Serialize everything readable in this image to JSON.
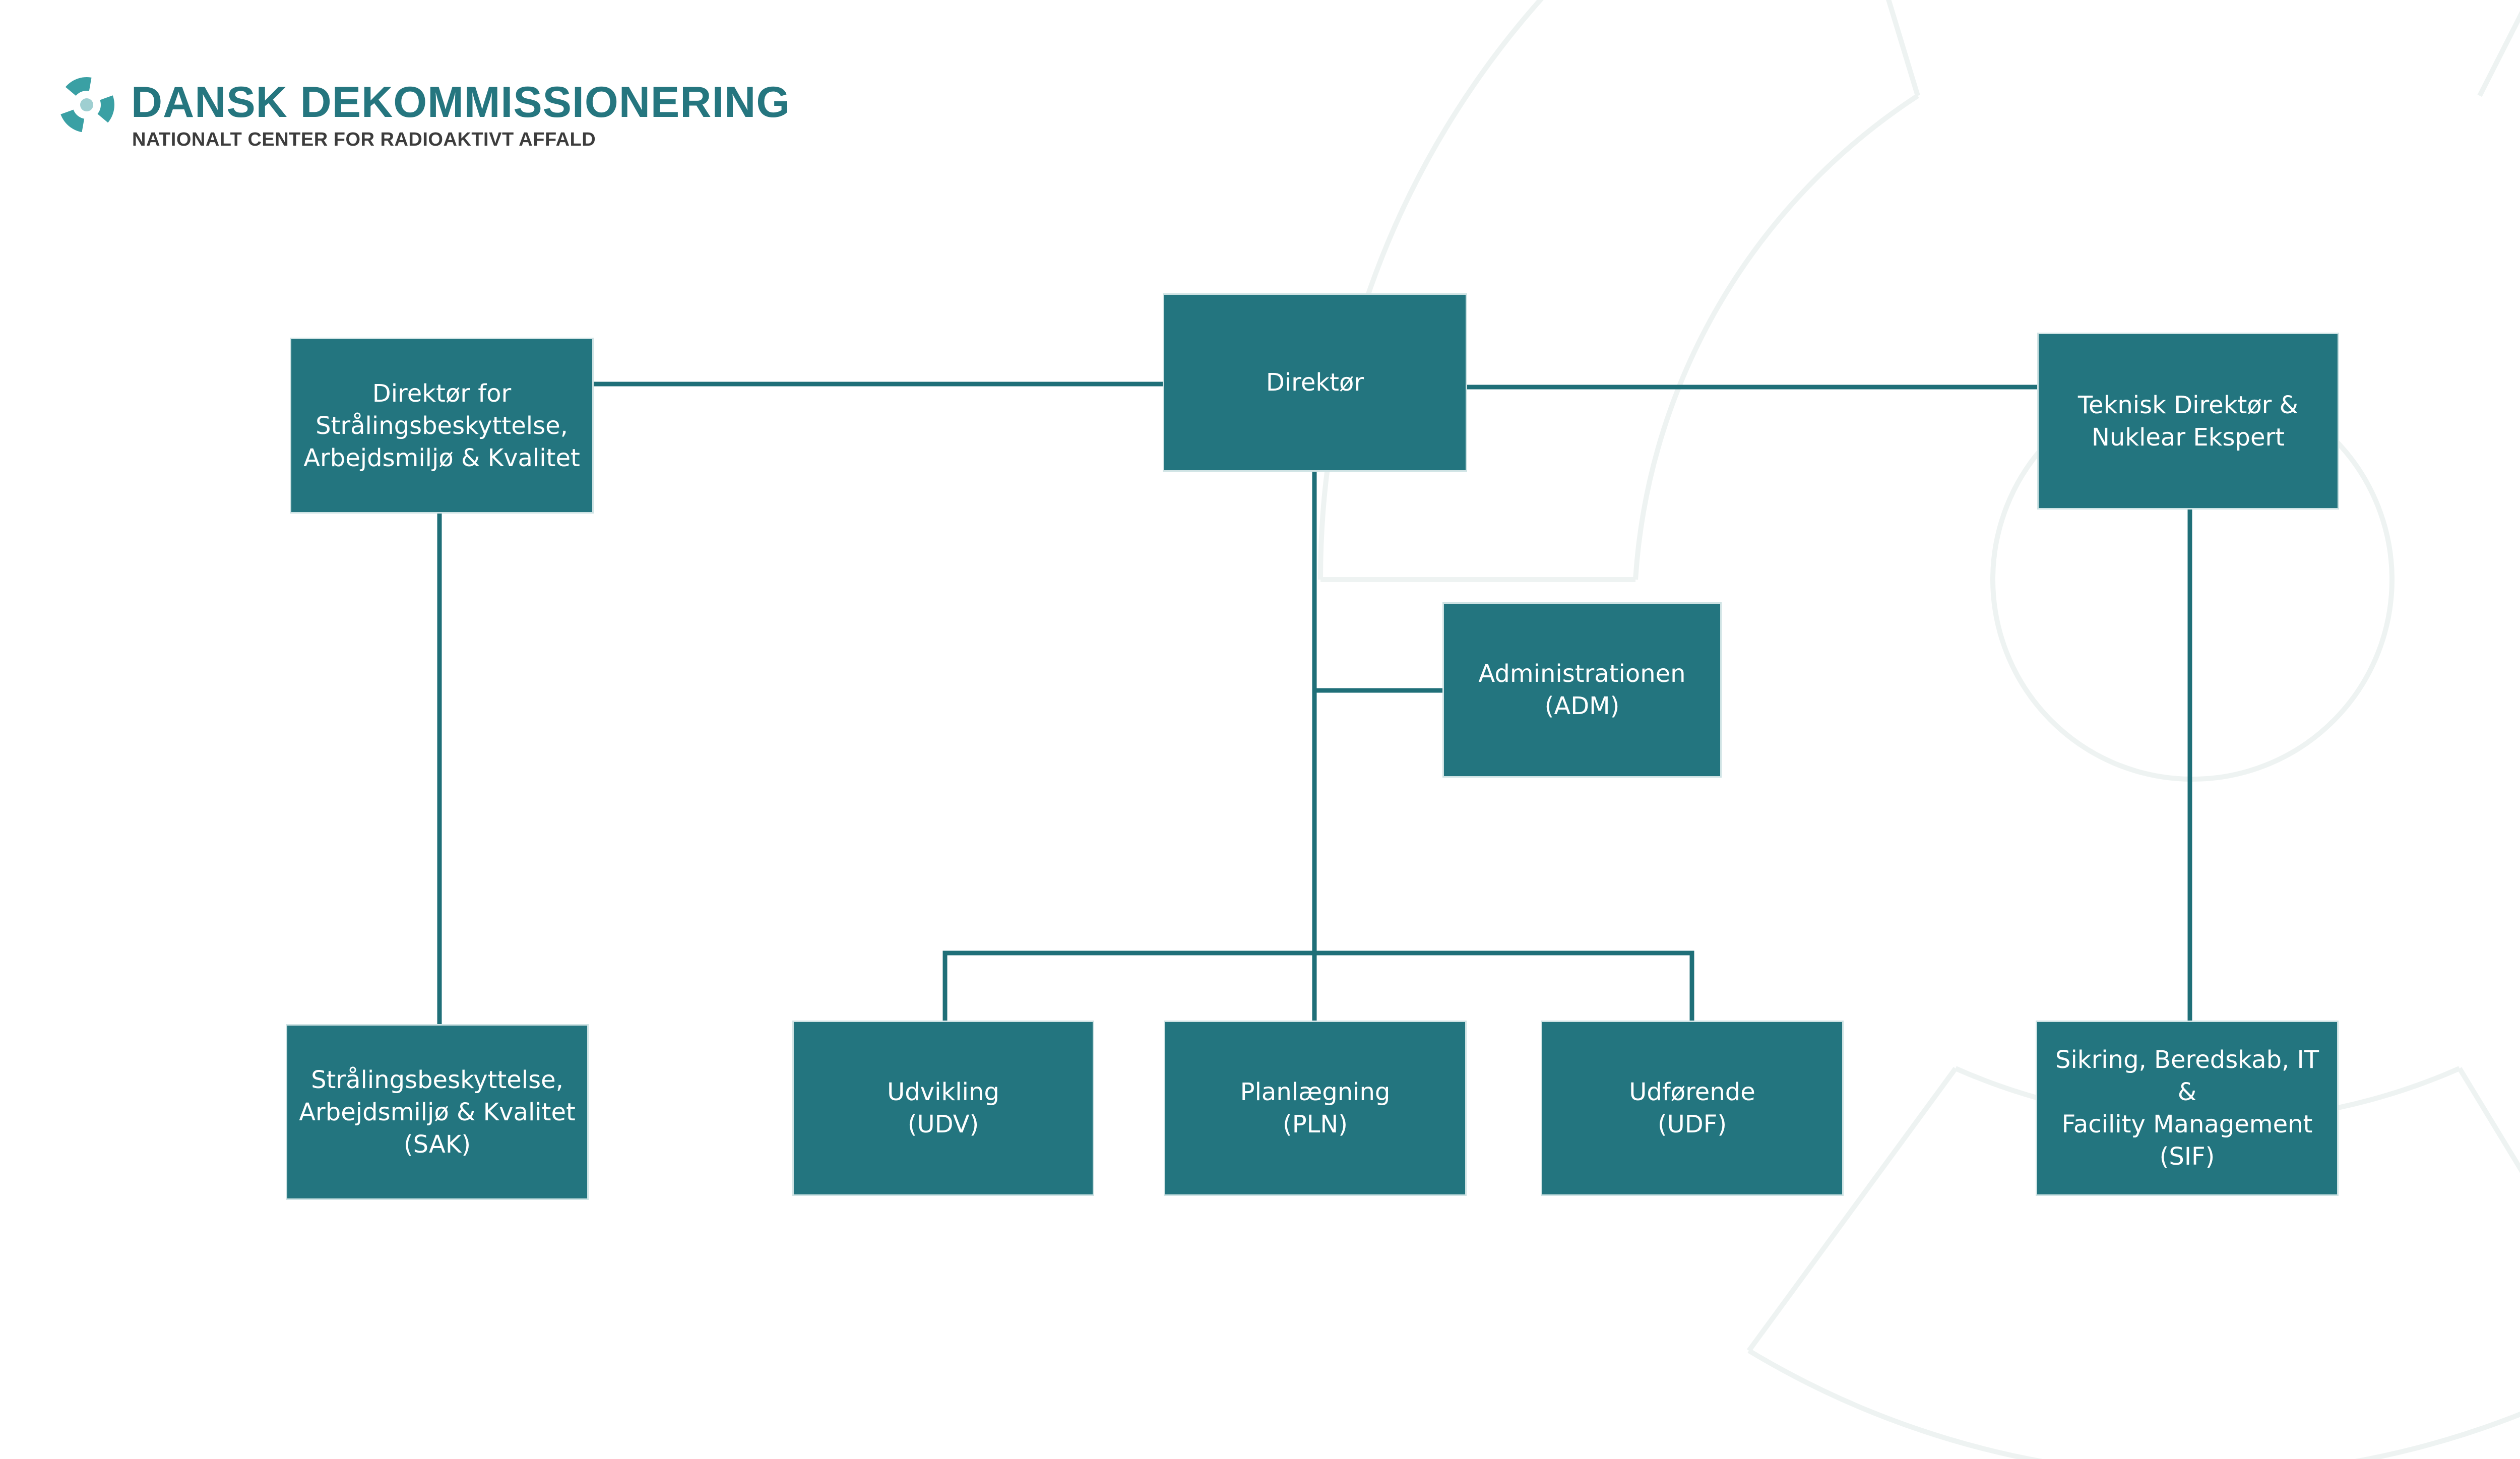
{
  "brand": {
    "name": "DANSK DEKOMMISSIONERING",
    "subtitle": "NATIONALT CENTER FOR RADIOAKTIVT AFFALD",
    "logo_icon": "trefoil-icon"
  },
  "colors": {
    "box_fill": "#23757f",
    "connector": "#1f6f78",
    "brand": "#25767f",
    "watermark": "#eef3f2"
  },
  "org": {
    "director": "Direktør",
    "radiation_director": "Direktør for\nStrålingsbeskyttelse,\nArbejdsmiljø & Kvalitet",
    "technical_director": "Teknisk Direktør &\nNuklear Ekspert",
    "administration": "Administrationen\n(ADM)",
    "sak": "Strålingsbeskyttelse,\nArbejdsmiljø & Kvalitet\n(SAK)",
    "udv": "Udvikling\n(UDV)",
    "pln": "Planlægning\n(PLN)",
    "udf": "Udførende\n(UDF)",
    "sif": "Sikring, Beredskab, IT &\nFacility Management\n(SIF)"
  }
}
